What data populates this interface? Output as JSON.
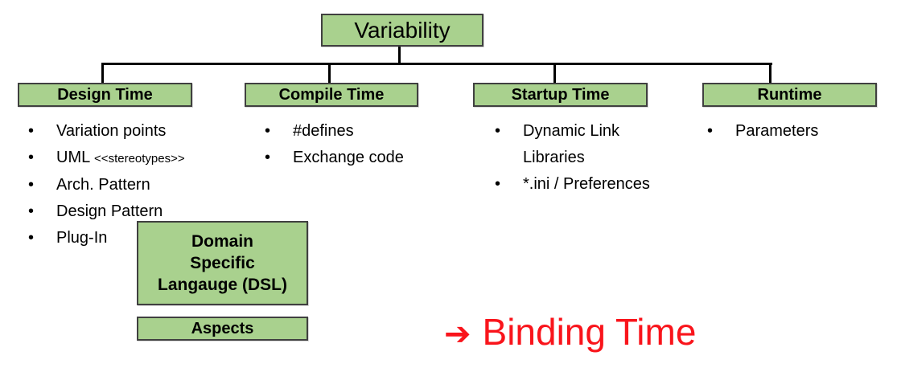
{
  "diagram": {
    "bullet_glyph": "•",
    "root": {
      "label": "Variability"
    },
    "branches": [
      {
        "header": "Design Time",
        "items": [
          {
            "text": "Variation points"
          },
          {
            "text": "UML",
            "suffix": "<<stereotypes>>"
          },
          {
            "text": "Arch. Pattern"
          },
          {
            "text": "Design Pattern"
          },
          {
            "text": "Plug-In"
          }
        ]
      },
      {
        "header": "Compile Time",
        "items": [
          {
            "text": "#defines"
          },
          {
            "text": "Exchange code"
          }
        ]
      },
      {
        "header": "Startup Time",
        "items": [
          {
            "text": "Dynamic Link\nLibraries"
          },
          {
            "text": "*.ini / Preferences"
          }
        ]
      },
      {
        "header": "Runtime",
        "items": [
          {
            "text": "Parameters"
          }
        ]
      }
    ],
    "detail_boxes": {
      "dsl": {
        "label": "Domain\nSpecific\nLangauge (DSL)"
      },
      "aspects": {
        "label": "Aspects"
      }
    },
    "callout": {
      "arrow_icon": "➔",
      "label": "Binding Time"
    }
  },
  "colors": {
    "box_fill": "#A9D18E",
    "box_border": "#404040",
    "connector": "#000000",
    "callout_red": "#F9141B",
    "text": "#000000",
    "background": "#FFFFFF"
  }
}
